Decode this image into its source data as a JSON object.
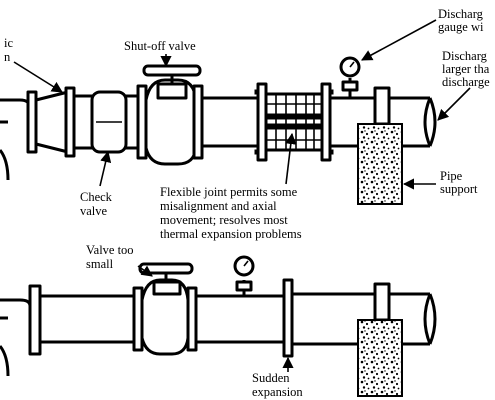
{
  "labels": {
    "elastic_connection_l1": "ic",
    "elastic_connection_l2": "n",
    "shutoff_valve": "Shut-off valve",
    "check_valve_l1": "Check",
    "check_valve_l2": "valve",
    "discharge_gauge_l1": "Discharg",
    "discharge_gauge_l2": "gauge wi",
    "discharge_larger_l1": "Discharg",
    "discharge_larger_l2": "larger tha",
    "discharge_larger_l3": "discharge",
    "flexible_joint_l1": "Flexible joint permits some",
    "flexible_joint_l2": "misalignment and axial",
    "flexible_joint_l3": "movement; resolves most",
    "flexible_joint_l4": "thermal expansion problems",
    "pipe_support_top_l1": "Pipe",
    "pipe_support_top_l2": "support",
    "valve_too_small_l1": "Valve too",
    "valve_too_small_l2": "small",
    "sudden_expansion_l1": "Sudden",
    "sudden_expansion_l2": "expansion"
  },
  "colors": {
    "line": "#000000",
    "background": "#ffffff"
  }
}
